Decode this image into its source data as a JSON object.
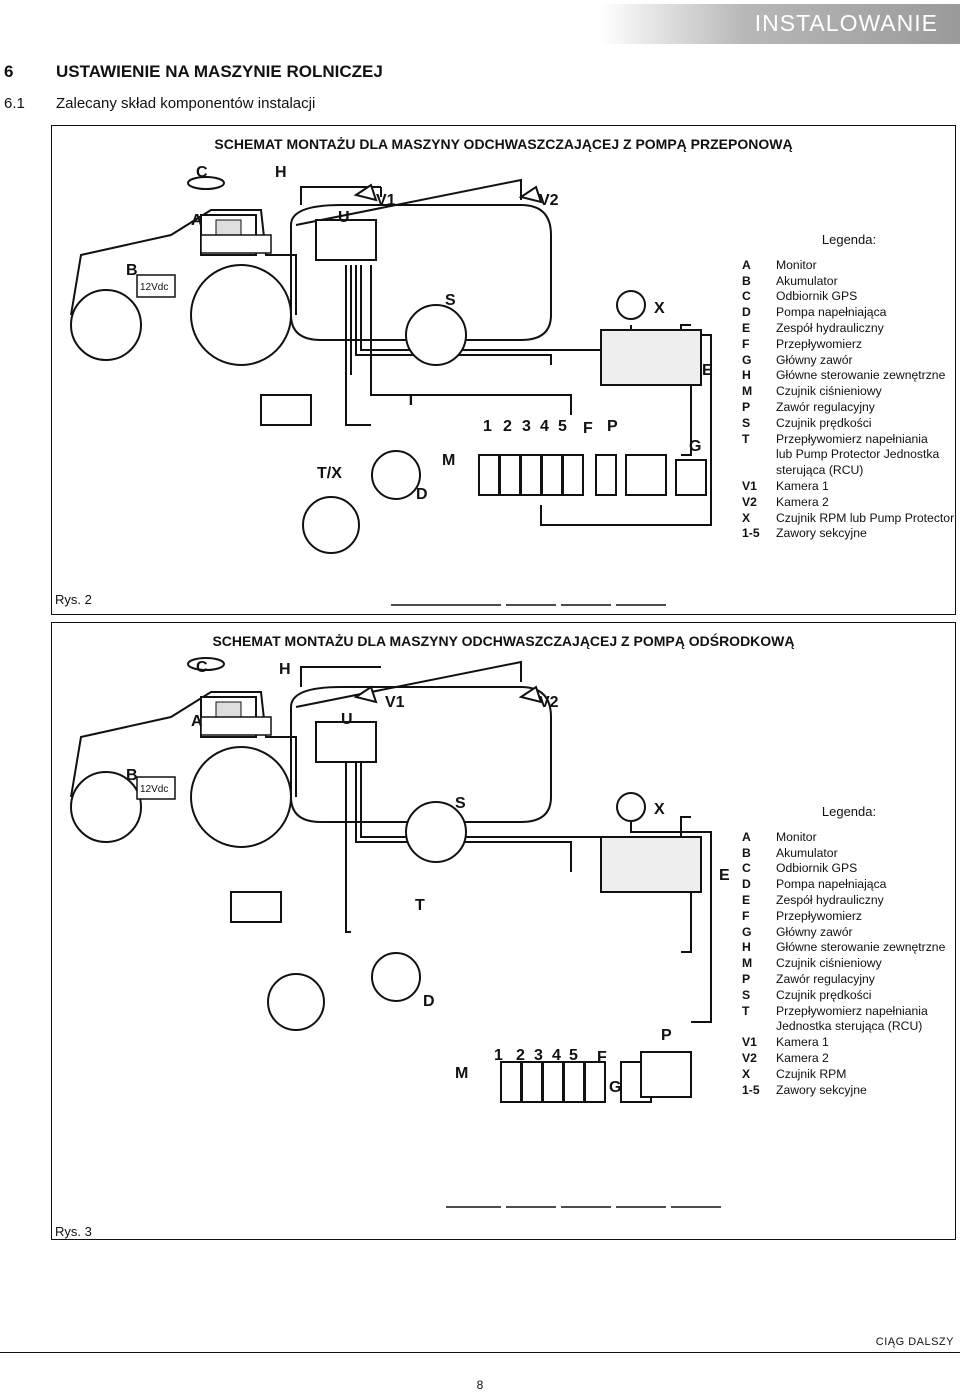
{
  "header": {
    "title": "INSTALOWANIE"
  },
  "section": {
    "number": "6",
    "title": "USTAWIENIE NA MASZYNIE ROLNICZEJ"
  },
  "subsection": {
    "number": "6.1",
    "title": "Zalecany skład komponentów instalacji"
  },
  "figure1": {
    "title": "SCHEMAT MONTAŻU DLA MASZYNY ODCHWASZCZAJĄCEJ Z POMPĄ PRZEPONOWĄ",
    "caption": "Rys. 2",
    "labels": {
      "A": "A",
      "B": "B",
      "C": "C",
      "H": "H",
      "U": "U",
      "V1": "V1",
      "V2": "V2",
      "S": "S",
      "X": "X",
      "E": "E",
      "T": "T",
      "TX": "T/X",
      "D": "D",
      "M": "M",
      "F": "F",
      "P": "P",
      "G": "G",
      "n1": "1",
      "n2": "2",
      "n3": "3",
      "n4": "4",
      "n5": "5",
      "battery": "12Vdc"
    },
    "legend": {
      "title": "Legenda:",
      "items": [
        {
          "key": "A",
          "value": "Monitor"
        },
        {
          "key": "B",
          "value": "Akumulator"
        },
        {
          "key": "C",
          "value": "Odbiornik GPS"
        },
        {
          "key": "D",
          "value": "Pompa napełniająca"
        },
        {
          "key": "E",
          "value": "Zespół hydrauliczny"
        },
        {
          "key": "F",
          "value": "Przepływomierz"
        },
        {
          "key": "G",
          "value": "Główny zawór"
        },
        {
          "key": "H",
          "value": "Główne sterowanie zewnętrzne"
        },
        {
          "key": "M",
          "value": "Czujnik ciśnieniowy"
        },
        {
          "key": "P",
          "value": "Zawór regulacyjny"
        },
        {
          "key": "S",
          "value": "Czujnik prędkości"
        },
        {
          "key": "T",
          "value": "Przepływomierz napełniania"
        },
        {
          "key": "",
          "value": "lub Pump Protector Jednostka"
        },
        {
          "key": "",
          "value": "sterująca (RCU)"
        },
        {
          "key": "V1",
          "value": "Kamera 1"
        },
        {
          "key": "V2",
          "value": "Kamera 2"
        },
        {
          "key": "X",
          "value": "Czujnik RPM lub Pump Protector"
        },
        {
          "key": "1-5",
          "value": "Zawory sekcyjne"
        }
      ]
    }
  },
  "figure2": {
    "title": "SCHEMAT MONTAŻU DLA MASZYNY ODCHWASZCZAJĄCEJ Z POMPĄ ODŚRODKOWĄ",
    "caption": "Rys. 3",
    "labels": {
      "A": "A",
      "B": "B",
      "C": "C",
      "H": "H",
      "U": "U",
      "V1": "V1",
      "V2": "V2",
      "S": "S",
      "X": "X",
      "E": "E",
      "T": "T",
      "D": "D",
      "M": "M",
      "F": "F",
      "P": "P",
      "G": "G",
      "n1": "1",
      "n2": "2",
      "n3": "3",
      "n4": "4",
      "n5": "5",
      "battery": "12Vdc"
    },
    "legend": {
      "title": "Legenda:",
      "items": [
        {
          "key": "A",
          "value": "Monitor"
        },
        {
          "key": "B",
          "value": "Akumulator"
        },
        {
          "key": "C",
          "value": "Odbiornik GPS"
        },
        {
          "key": "D",
          "value": "Pompa napełniająca"
        },
        {
          "key": "E",
          "value": "Zespół hydrauliczny"
        },
        {
          "key": "F",
          "value": "Przepływomierz"
        },
        {
          "key": "G",
          "value": "Główny zawór"
        },
        {
          "key": "H",
          "value": "Główne sterowanie zewnętrzne"
        },
        {
          "key": "M",
          "value": "Czujnik ciśnieniowy"
        },
        {
          "key": "P",
          "value": "Zawór regulacyjny"
        },
        {
          "key": "S",
          "value": "Czujnik prędkości"
        },
        {
          "key": "T",
          "value": "Przepływomierz napełniania"
        },
        {
          "key": "",
          "value": "Jednostka sterująca (RCU)"
        },
        {
          "key": "V1",
          "value": "Kamera 1"
        },
        {
          "key": "V2",
          "value": "Kamera 2"
        },
        {
          "key": "X",
          "value": "Czujnik RPM"
        },
        {
          "key": "1-5",
          "value": "Zawory sekcyjne"
        }
      ]
    }
  },
  "footer": {
    "continued": "CIĄG DALSZY",
    "page_number": "8"
  }
}
